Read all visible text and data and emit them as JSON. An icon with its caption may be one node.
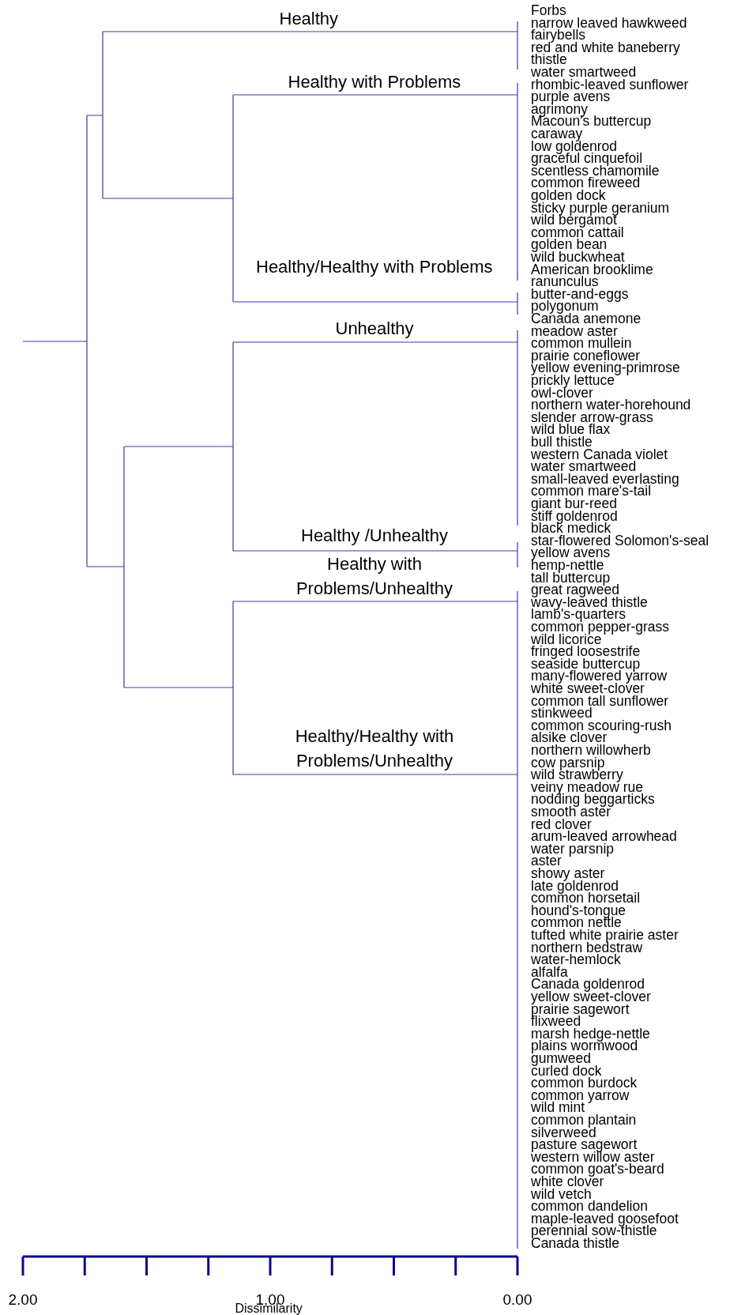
{
  "diagram": {
    "labels": [
      "Healthy",
      "Healthy with Problems",
      "Healthy/Healthy with Problems",
      "Unhealthy",
      "Healthy /Unhealthy",
      "Healthy with Problems/Unhealthy",
      "Healthy/Healthy with Problems/Unhealthy",
      "Forbs",
      "narrow leaved hawkweed",
      "fairybells",
      "red and white baneberry",
      "thistle",
      "water smartweed",
      "rhombic-leaved sunflower",
      "purple avens",
      "agrimony",
      "Macoun's buttercup",
      "caraway",
      "low goldenrod",
      "graceful cinquefoil",
      "scentless chamomile",
      "common fireweed",
      "golden dock",
      "sticky purple geranium",
      "wild bergamot",
      "common cattail",
      "golden bean",
      "wild buckwheat",
      "American brooklime",
      "ranunculus",
      "butter-and-eggs",
      "polygonum",
      "Canada anemone",
      "meadow aster",
      "common mullein",
      "prairie coneflower",
      "yellow evening-primrose",
      "prickly lettuce",
      "owl-clover",
      "northern water-horehound",
      "slender arrow-grass",
      "wild blue flax",
      "bull thistle",
      "western Canada violet",
      "water smartweed",
      "small-leaved everlasting",
      "common mare's-tail",
      "giant bur-reed",
      "stiff goldenrod",
      "black medick",
      "star-flowered Solomon's-seal",
      "yellow avens",
      "hemp-nettle",
      "tall buttercup",
      "great ragweed",
      "wavy-leaved thistle",
      "lamb's-quarters",
      "common pepper-grass",
      "wild licorice",
      "fringed loosestrife",
      "seaside buttercup",
      "many-flowered yarrow",
      "white sweet-clover",
      "common tall sunflower",
      "stinkweed",
      "common scouring-rush",
      "alsike clover",
      "northern willowherb",
      "cow parsnip",
      "wild strawberry",
      "veiny meadow rue",
      "nodding beggarticks",
      "smooth aster",
      "red clover",
      "arum-leaved arrowhead",
      "water parsnip",
      "aster",
      "showy aster",
      "late goldenrod",
      "common horsetail",
      "hound's-tongue",
      "common nettle",
      "tufted white prairie aster",
      "northern bedstraw",
      "water-hemlock",
      "alfalfa",
      "Canada goldenrod",
      "yellow sweet-clover",
      "prairie sagewort",
      "flixweed",
      "marsh hedge-nettle",
      "plains wormwood",
      "gumweed",
      "curled dock",
      "common burdock",
      "common yarrow",
      "wild mint",
      "common plantain",
      "silverweed",
      "pasture sagewort",
      "western willow aster",
      "common goat's-beard",
      "white clover",
      "wild vetch",
      "common dandelion",
      "maple-leaved goosefoot",
      "perennial sow-thistle",
      "Canada thistle",
      "2.00",
      "1.00",
      "0.00",
      "Dissimilarity"
    ]
  }
}
